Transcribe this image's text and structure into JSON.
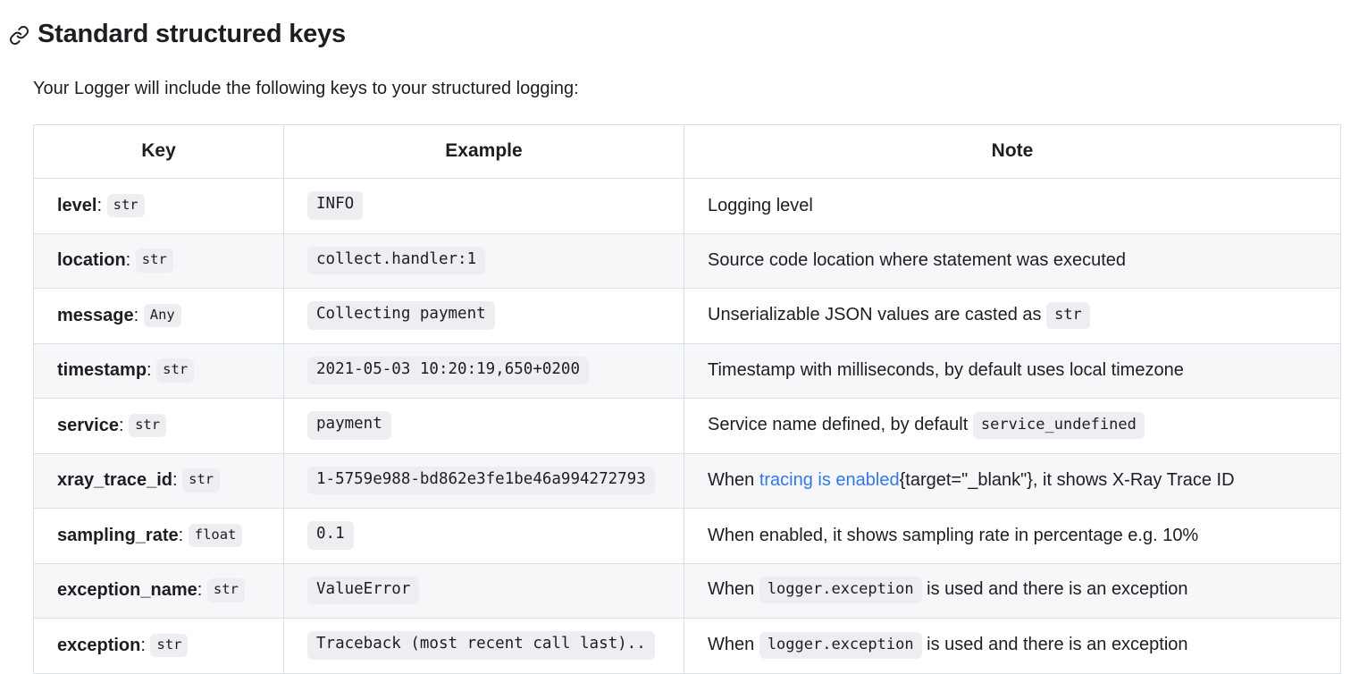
{
  "heading": {
    "icon": "link-anchor-icon",
    "text": "Standard structured keys"
  },
  "intro": "Your Logger will include the following keys to your structured logging:",
  "table": {
    "columns": [
      "Key",
      "Example",
      "Note"
    ],
    "rows": [
      {
        "key_name": "level",
        "key_type": "str",
        "example": "INFO",
        "note_before": "Logging level",
        "note_code": "",
        "note_after": ""
      },
      {
        "key_name": "location",
        "key_type": "str",
        "example": "collect.handler:1",
        "note_before": "Source code location where statement was executed",
        "note_code": "",
        "note_after": ""
      },
      {
        "key_name": "message",
        "key_type": "Any",
        "example": "Collecting payment",
        "note_before": "Unserializable JSON values are casted as",
        "note_code": "str",
        "note_after": ""
      },
      {
        "key_name": "timestamp",
        "key_type": "str",
        "example": "2021-05-03 10:20:19,650+0200",
        "note_before": "Timestamp with milliseconds, by default uses local timezone",
        "note_code": "",
        "note_after": ""
      },
      {
        "key_name": "service",
        "key_type": "str",
        "example": "payment",
        "note_before": "Service name defined, by default",
        "note_code": "service_undefined",
        "note_after": ""
      },
      {
        "key_name": "xray_trace_id",
        "key_type": "str",
        "example": "1-5759e988-bd862e3fe1be46a994272793",
        "note_before": "When ",
        "note_link": "tracing is enabled",
        "note_after": "{target=\"_blank\"}, it shows X-Ray Trace ID",
        "note_code": ""
      },
      {
        "key_name": "sampling_rate",
        "key_type": "float",
        "example": "0.1",
        "note_before": "When enabled, it shows sampling rate in percentage e.g. 10%",
        "note_code": "",
        "note_after": ""
      },
      {
        "key_name": "exception_name",
        "key_type": "str",
        "example": "ValueError",
        "note_before": "When",
        "note_code": "logger.exception",
        "note_after": "is used and there is an exception"
      },
      {
        "key_name": "exception",
        "key_type": "str",
        "example": "Traceback (most recent call last)..",
        "note_before": "When",
        "note_code": "logger.exception",
        "note_after": "is used and there is an exception"
      }
    ]
  },
  "colors": {
    "text": "#1c1e21",
    "link": "#3578e5",
    "border": "#dbe0e6",
    "row_stripe": "#f5f7f9",
    "code_chip_bg": "#eceef1"
  }
}
